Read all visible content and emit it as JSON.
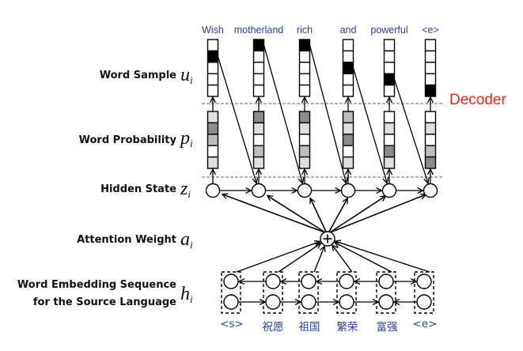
{
  "figure": {
    "section_label": "Decoder",
    "rows": [
      {
        "label": "Word Sample",
        "symbol": "u",
        "subscript": "i"
      },
      {
        "label": "Word Probability",
        "symbol": "p",
        "subscript": "i"
      },
      {
        "label": "Hidden State",
        "symbol": "z",
        "subscript": "i"
      },
      {
        "label": "Attention Weight",
        "symbol": "a",
        "subscript": "i"
      },
      {
        "label_line1": "Word Embedding Sequence",
        "label_line2": "for the Source Language",
        "symbol": "h",
        "subscript": "i"
      }
    ],
    "target_words": [
      "Wish",
      "motherland",
      "rich",
      "and",
      "powerful",
      "<e>"
    ],
    "source_words": [
      "<s>",
      "祝愿",
      "祖国",
      "繁荣",
      "富强",
      "<e>"
    ],
    "attention_symbol": "+",
    "sample_onehot_index": [
      1,
      0,
      0,
      2,
      3,
      4
    ],
    "probability_shades": [
      [
        "light",
        "dark",
        "mid",
        "white",
        "light"
      ],
      [
        "dark",
        "light",
        "white",
        "mid",
        "light"
      ],
      [
        "dark",
        "light",
        "white",
        "mid",
        "light"
      ],
      [
        "mid",
        "light",
        "dark",
        "white",
        "light"
      ],
      [
        "white",
        "light",
        "white",
        "dark",
        "light"
      ],
      [
        "white",
        "light",
        "white",
        "mid",
        "dark"
      ]
    ],
    "encoder_top_direction": [
      "left",
      "left",
      "left",
      "left",
      "right"
    ],
    "encoder_bottom_direction": [
      "right",
      "right",
      "right",
      "right",
      "left"
    ],
    "colors": {
      "text_blue": "#2b3ea6",
      "decoder_red": "#e8261a",
      "shade_dark": "#8c8c8c",
      "shade_mid": "#bdbdbd",
      "shade_light": "#dedede",
      "shade_white": "#ffffff",
      "sample_filled": "#000000"
    }
  }
}
